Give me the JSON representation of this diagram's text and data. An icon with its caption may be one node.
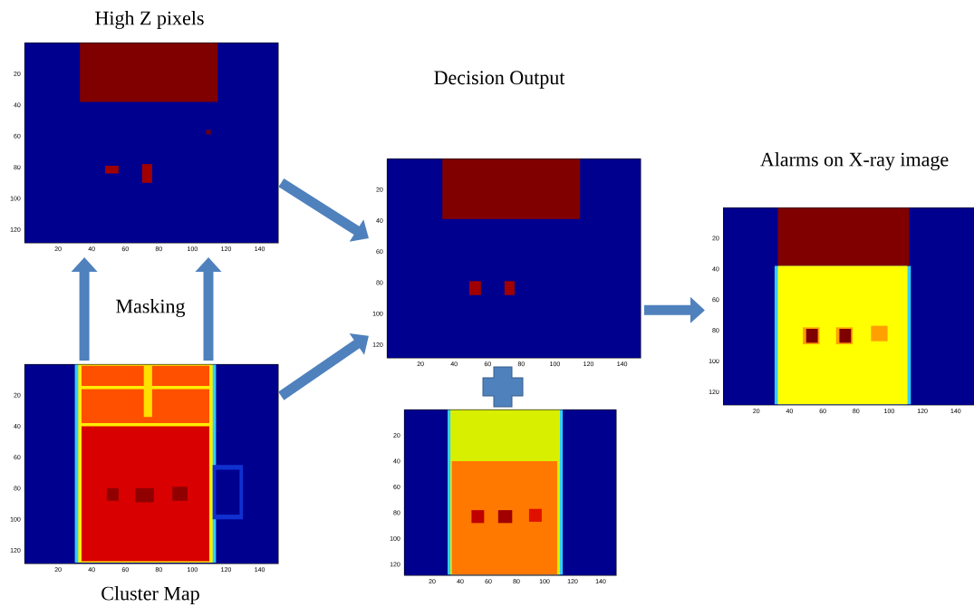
{
  "diagram": {
    "nodes": [
      {
        "text": [
          "High Z pixels"
        ],
        "beside": [
          "20",
          "40",
          "60",
          "80",
          "100",
          "120",
          "20",
          "40",
          "60",
          "80",
          "100",
          "120",
          "140"
        ]
      },
      {
        "text": [
          "Decision Output"
        ],
        "beside": [
          "20",
          "40",
          "60",
          "80",
          "100",
          "120",
          "20",
          "40",
          "60",
          "80",
          "100",
          "120",
          "140"
        ]
      },
      {
        "text": [
          "Alarms on X-ray image"
        ],
        "beside": [
          "20",
          "40",
          "60",
          "80",
          "100",
          "120",
          "20",
          "40",
          "60",
          "80",
          "100",
          "120",
          "140"
        ]
      },
      {
        "text": [
          "Cluster Map"
        ],
        "beside": [
          "20",
          "40",
          "60",
          "80",
          "100",
          "120",
          "20",
          "40",
          "60",
          "80",
          "100",
          "120",
          "140"
        ]
      },
      {
        "text": [],
        "shape": "picture",
        "beside": [
          "20",
          "40",
          "60",
          "80",
          "100",
          "120",
          "20",
          "40",
          "60",
          "80",
          "100",
          "120",
          "140"
        ]
      }
    ],
    "edges": [
      {
        "from": 3,
        "to": 0,
        "arrow": "to"
      },
      {
        "from": 3,
        "to": 0,
        "arrow": "to"
      },
      {
        "from": 0,
        "to": 1,
        "arrow": "to"
      },
      {
        "from": 3,
        "to": 1,
        "arrow": "to"
      },
      {
        "from": 1,
        "to": 2,
        "arrow": "to"
      }
    ],
    "labels": [
      "Masking"
    ]
  }
}
